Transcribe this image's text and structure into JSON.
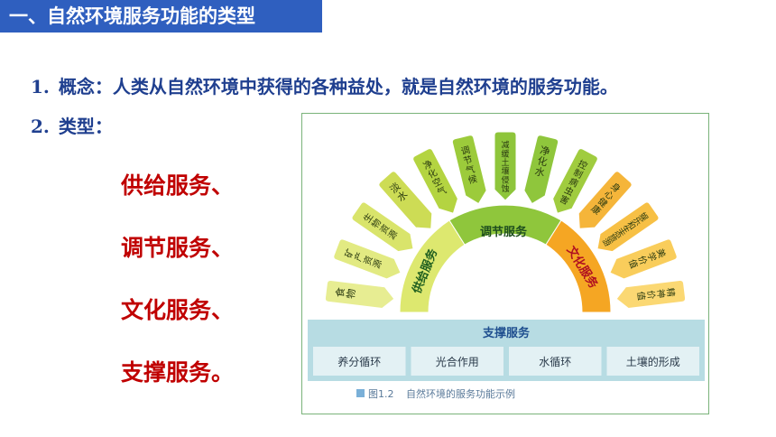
{
  "section_title": "一、自然环境服务功能的类型",
  "points": [
    {
      "num": "1.",
      "text": "概念：人类从自然环境中获得的各种益处，就是自然环境的服务功能。"
    },
    {
      "num": "2.",
      "text": "类型："
    }
  ],
  "types": [
    "供给服务、",
    "调节服务、",
    "文化服务、",
    "支撑服务。"
  ],
  "figure": {
    "arcs": {
      "supply": "供给服务",
      "regulate": "调节服务",
      "culture": "文化服务"
    },
    "petals": [
      {
        "label": "食物",
        "color": "#e7ed92"
      },
      {
        "label": "矿产资源",
        "color": "#e2ea82"
      },
      {
        "label": "生物资源",
        "color": "#d9e46b"
      },
      {
        "label": "淡水",
        "color": "#cddc55"
      },
      {
        "label": "净化空气",
        "color": "#b4d441"
      },
      {
        "label": "调节气候",
        "color": "#9ccb3b"
      },
      {
        "label": "减缓土壤侵蚀",
        "color": "#8ec53b"
      },
      {
        "label": "净化水",
        "color": "#8fc63c"
      },
      {
        "label": "控制病虫害",
        "color": "#a0cc3f"
      },
      {
        "label": "身心健康",
        "color": "#f5b53a"
      },
      {
        "label": "娱乐和生态旅游",
        "color": "#f7c045"
      },
      {
        "label": "美学价值",
        "color": "#f9cd5b"
      },
      {
        "label": "精神价值",
        "color": "#fbd873"
      }
    ],
    "support_title": "支撑服务",
    "support_items": [
      "养分循环",
      "光合作用",
      "水循环",
      "土壤的形成"
    ],
    "caption_num": "图1.2",
    "caption_text": "自然环境的服务功能示例",
    "colors": {
      "support_box": "#b7dce3",
      "support_cell": "#e3f1f4",
      "supply_band": "#dde86f",
      "regulate_band": "#8fc63c",
      "culture_band": "#f5a623"
    }
  }
}
